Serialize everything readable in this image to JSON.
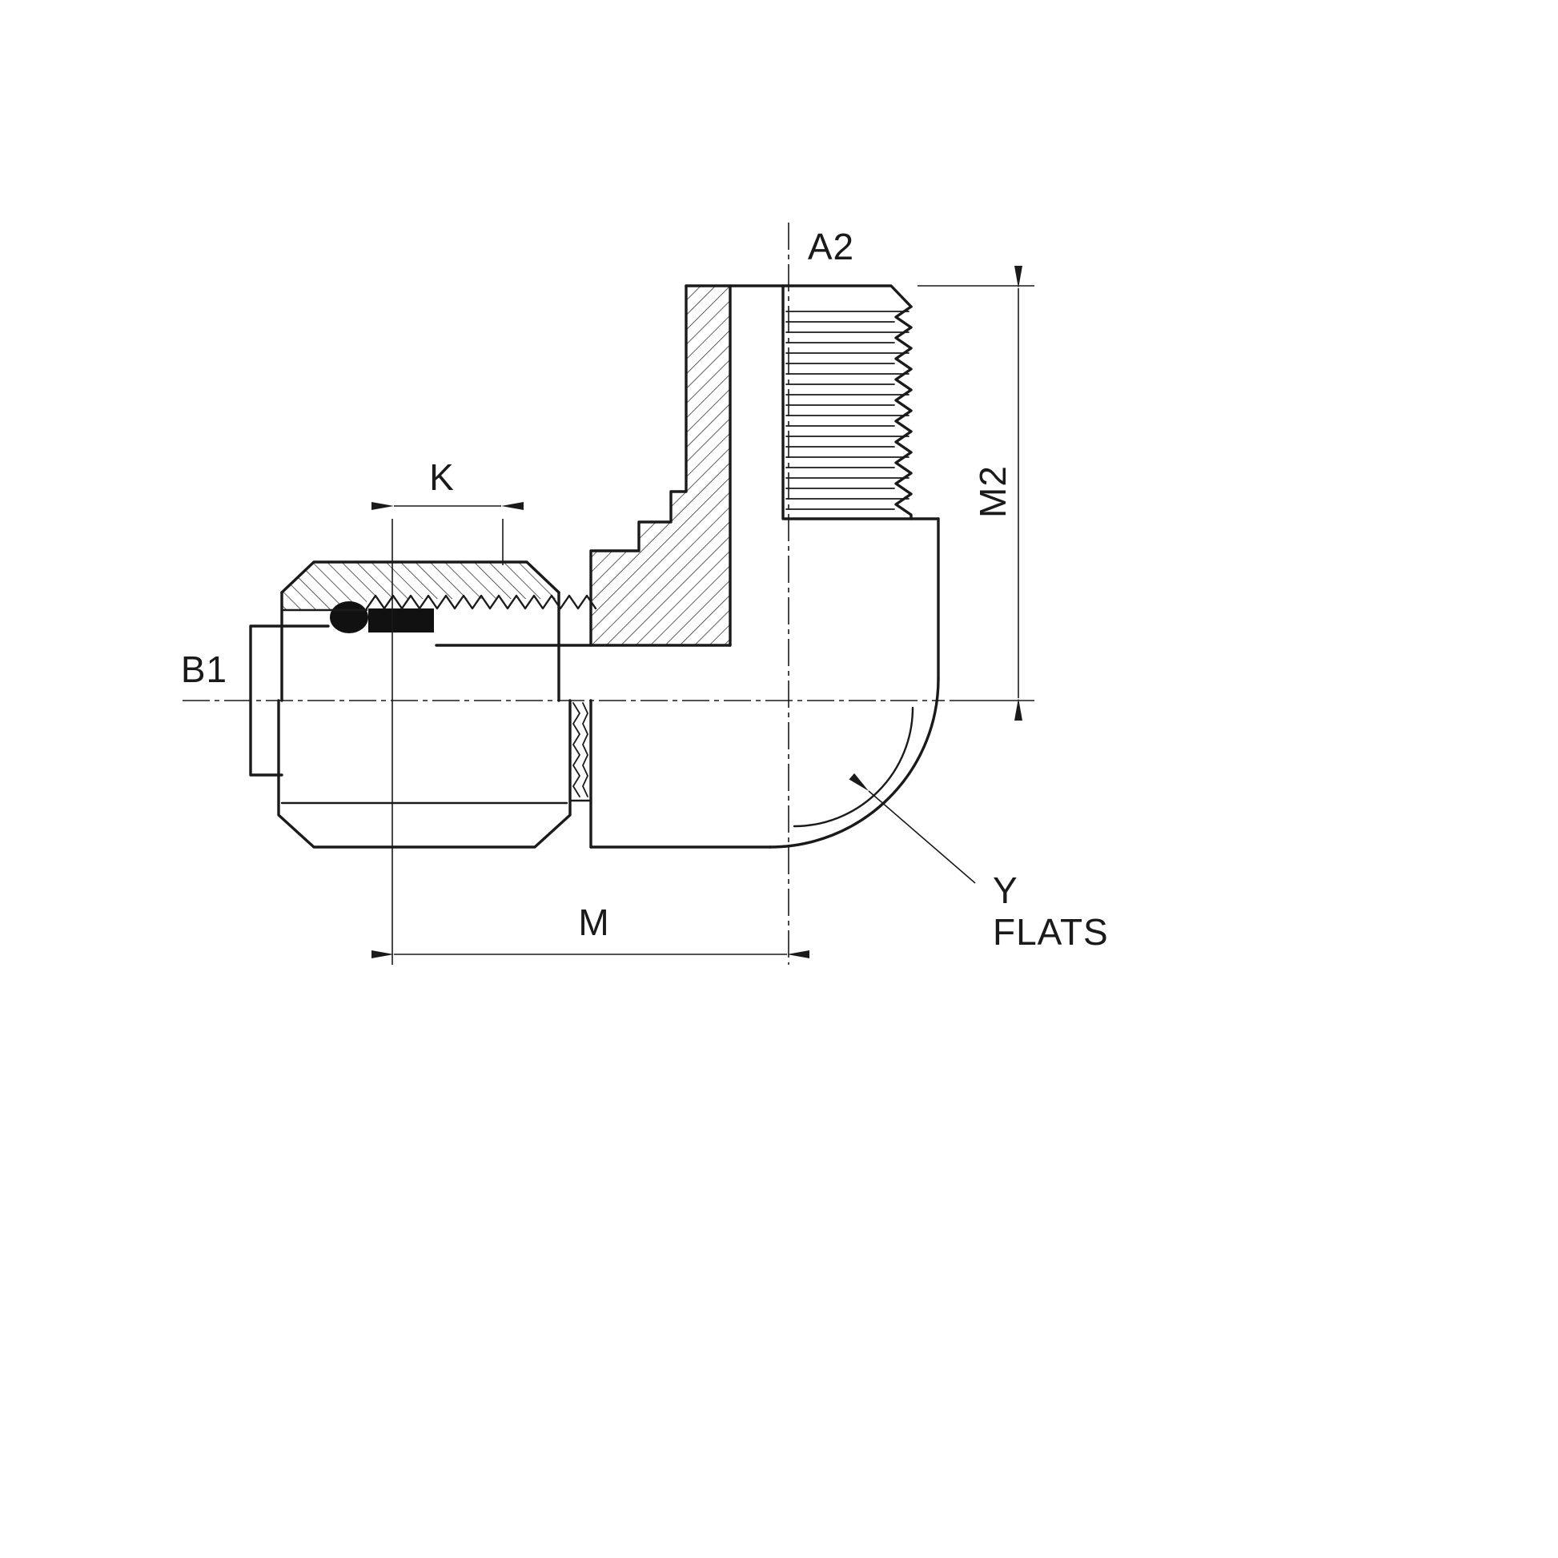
{
  "drawing": {
    "title": "90 degree elbow tube fitting - section drawing",
    "labels": {
      "a2": "A2",
      "m2": "M2",
      "k": "K",
      "b1": "B1",
      "m": "M",
      "y": "Y",
      "flats": "FLATS"
    },
    "colors": {
      "line": "#1a1a1a",
      "background": "#ffffff",
      "solid_fill": "#111111"
    }
  }
}
